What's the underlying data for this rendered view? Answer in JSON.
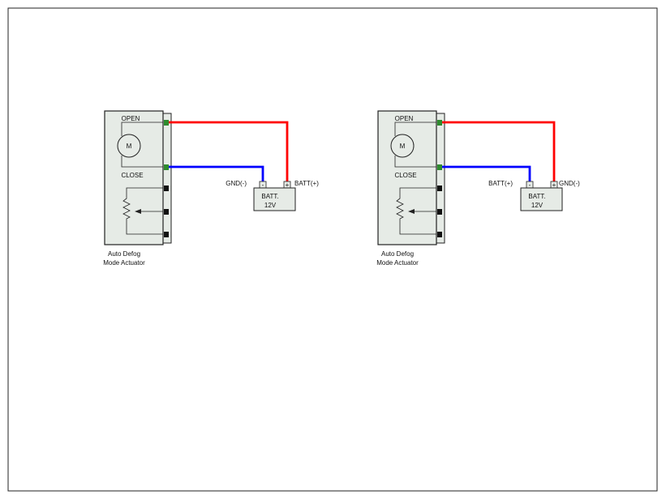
{
  "colors": {
    "open_wire": "#ff0000",
    "close_wire": "#0000ff",
    "active_pin": "#2e8b2e",
    "inactive_pin": "#111111",
    "actuator_fill": "#e6ebe6",
    "battery_fill": "#e6ebe6",
    "frame": "#222222"
  },
  "diagrams": [
    {
      "open_label": "OPEN",
      "close_label": "CLOSE",
      "motor_label": "M",
      "caption_line1": "Auto Defog",
      "caption_line2": "Mode Actuator",
      "battery_line1": "BATT.",
      "battery_line2": "12V",
      "neg_terminal": "-",
      "pos_terminal": "+",
      "left_terminal_label": "GND(-)",
      "right_terminal_label": "BATT(+)"
    },
    {
      "open_label": "OPEN",
      "close_label": "CLOSE",
      "motor_label": "M",
      "caption_line1": "Auto Defog",
      "caption_line2": "Mode Actuator",
      "battery_line1": "BATT.",
      "battery_line2": "12V",
      "neg_terminal": "-",
      "pos_terminal": "+",
      "left_terminal_label": "BATT(+)",
      "right_terminal_label": "GND(-)"
    }
  ]
}
